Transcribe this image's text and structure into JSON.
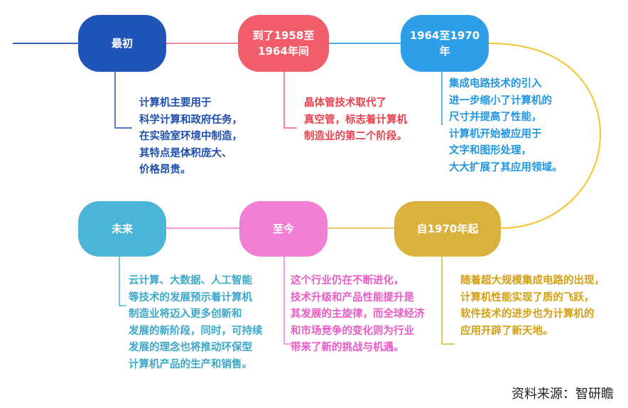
{
  "colors": {
    "stage1": "#2055b8",
    "stage2": "#f25d6a",
    "stage3": "#2e9ee8",
    "stage4": "#dab13b",
    "stage5": "#f17fd3",
    "stage6": "#4ab5d6",
    "text1": "#1f4fae",
    "text2": "#e8424f",
    "text3": "#2196e0",
    "text4": "#d39f14",
    "text5": "#ea5bc7",
    "text6": "#3ca8c9",
    "curve": "#f5c430",
    "lead_line": "#3a63b8"
  },
  "stages": [
    {
      "title": "最初",
      "lines": [
        "计算机主要用于",
        "科学计算和政府任务，",
        "在实验室环境中制造，",
        "其特点是体积庞大、",
        "价格昂贵。"
      ]
    },
    {
      "title": "到了1958至1964年间",
      "lines": [
        "晶体管技术取代了",
        "真空管，标志着计算机",
        "制造业的第二个阶段。"
      ]
    },
    {
      "title": "1964至1970年",
      "lines": [
        "集成电路技术的引入",
        "进一步缩小了计算机的",
        "尺寸并提高了性能，",
        "计算机开始被应用于",
        "文字和图形处理，",
        "大大扩展了其应用领域。"
      ]
    },
    {
      "title": "自1970年起",
      "lines": [
        "随着超大规模集成电路的出现，",
        "计算机性能实现了质的飞跃，",
        "软件技术的进步也为计算机的",
        "应用开辟了新天地。"
      ]
    },
    {
      "title": "至今",
      "lines": [
        "这个行业仍在不断进化，",
        "技术升级和产品性能提升是",
        "其发展的主旋律，而全球经济",
        "和市场竞争的变化则为行业",
        "带来了新的挑战与机遇。"
      ]
    },
    {
      "title": "未来",
      "lines": [
        "云计算、大数据、人工智能",
        "等技术的发展预示着计算机",
        "制造业将迈入更多创新和",
        "发展的新阶段，同时，可持续",
        "发展的理念也将推动环保型",
        "计算机产品的生产和销售。"
      ]
    }
  ],
  "source": "资料来源：智研瞻"
}
